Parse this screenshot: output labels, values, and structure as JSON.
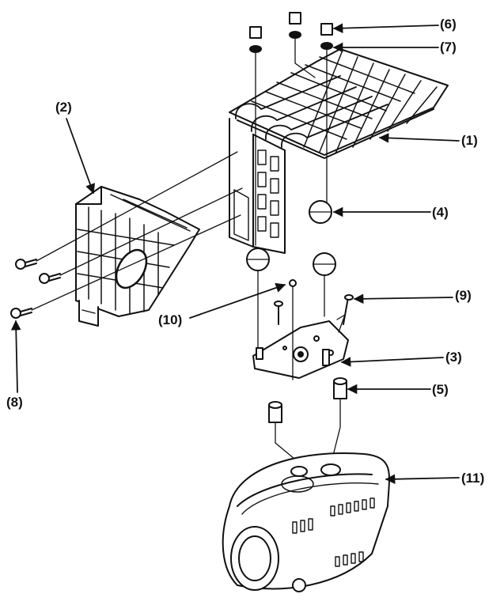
{
  "callouts": [
    {
      "id": "c1",
      "part": "item-1",
      "label": "(1)"
    },
    {
      "id": "c2",
      "part": "item-2",
      "label": "(2)"
    },
    {
      "id": "c3",
      "part": "item-3",
      "label": "(3)"
    },
    {
      "id": "c4",
      "part": "item-4",
      "label": "(4)"
    },
    {
      "id": "c5",
      "part": "item-5",
      "label": "(5)"
    },
    {
      "id": "c6",
      "part": "item-6",
      "label": "(6)"
    },
    {
      "id": "c7",
      "part": "item-7",
      "label": "(7)"
    },
    {
      "id": "c8",
      "part": "item-8",
      "label": "(8)"
    },
    {
      "id": "c9",
      "part": "item-9",
      "label": "(9)"
    },
    {
      "id": "c10",
      "part": "item-10",
      "label": "(10)"
    },
    {
      "id": "c11",
      "part": "item-11",
      "label": "(11)"
    }
  ],
  "colors": {
    "ink": "#111111",
    "paper": "#ffffff"
  }
}
